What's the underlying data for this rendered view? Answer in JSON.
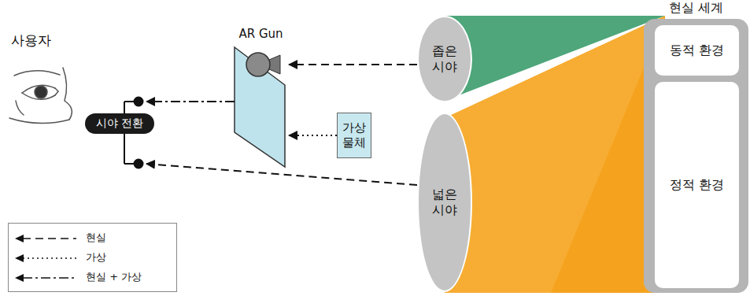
{
  "diagram": {
    "nodes": [
      {
        "text": [
          "AR Gun"
        ]
      },
      {
        "text": [
          "현실 세계"
        ]
      },
      {
        "text": [
          "동적 환경"
        ],
        "in": 1
      },
      {
        "text": [
          "시야 전환"
        ]
      },
      {
        "text": [
          "좁은 시야"
        ]
      },
      {
        "text": [
          "가상 물체"
        ]
      },
      {
        "text": [
          "정적 환경"
        ],
        "in": 1
      },
      {
        "text": [
          "넓은 시야"
        ]
      }
    ],
    "edges": [
      {
        "from": 4,
        "to": 0,
        "arrow": "to"
      },
      {
        "from": 5,
        "to": 0,
        "arrow": "to"
      },
      {
        "from": 0,
        "to": 3,
        "arrow": "to"
      },
      {
        "from": 7,
        "to": 3,
        "arrow": "to"
      }
    ],
    "labels": [
      "사용자"
    ],
    "legend": [
      {
        "text": "현실"
      },
      {
        "text": "가상"
      },
      {
        "text": "현실 + 가상"
      }
    ]
  }
}
